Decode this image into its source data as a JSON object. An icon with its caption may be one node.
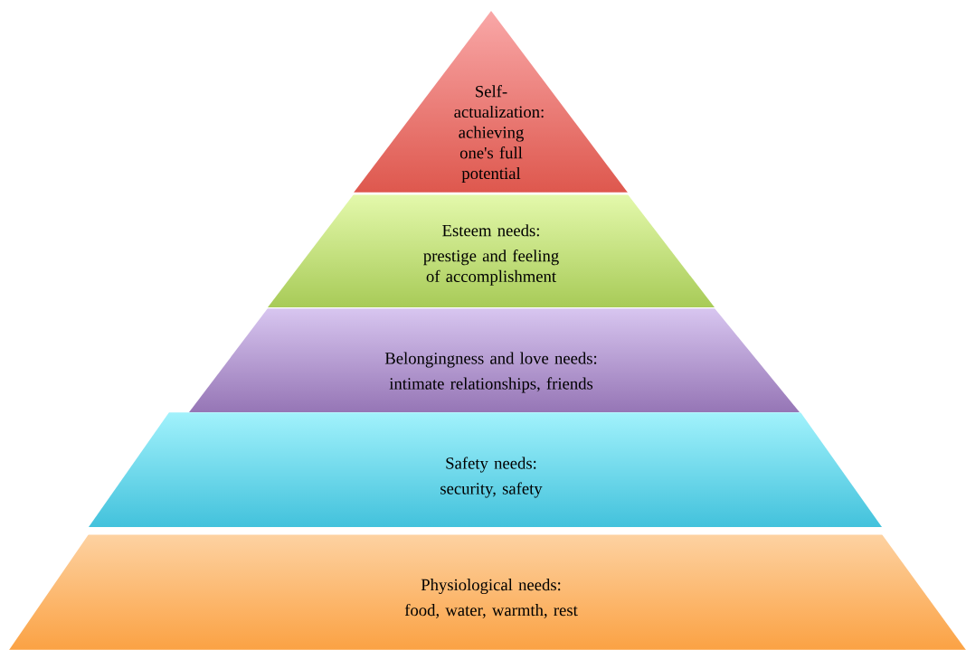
{
  "diagram": {
    "nodes": [
      {
        "text": [
          "Self-actualization: achieving one's full potential"
        ]
      },
      {
        "text": [
          "Esteem needs:",
          "prestige and feeling of accomplishment"
        ]
      },
      {
        "text": [
          "Belongingness and love needs:",
          "intimate relationships, friends"
        ]
      },
      {
        "text": [
          "Safety needs:",
          "security, safety"
        ]
      },
      {
        "text": [
          "Physiological needs:",
          "food, water, warmth, rest"
        ]
      }
    ]
  }
}
